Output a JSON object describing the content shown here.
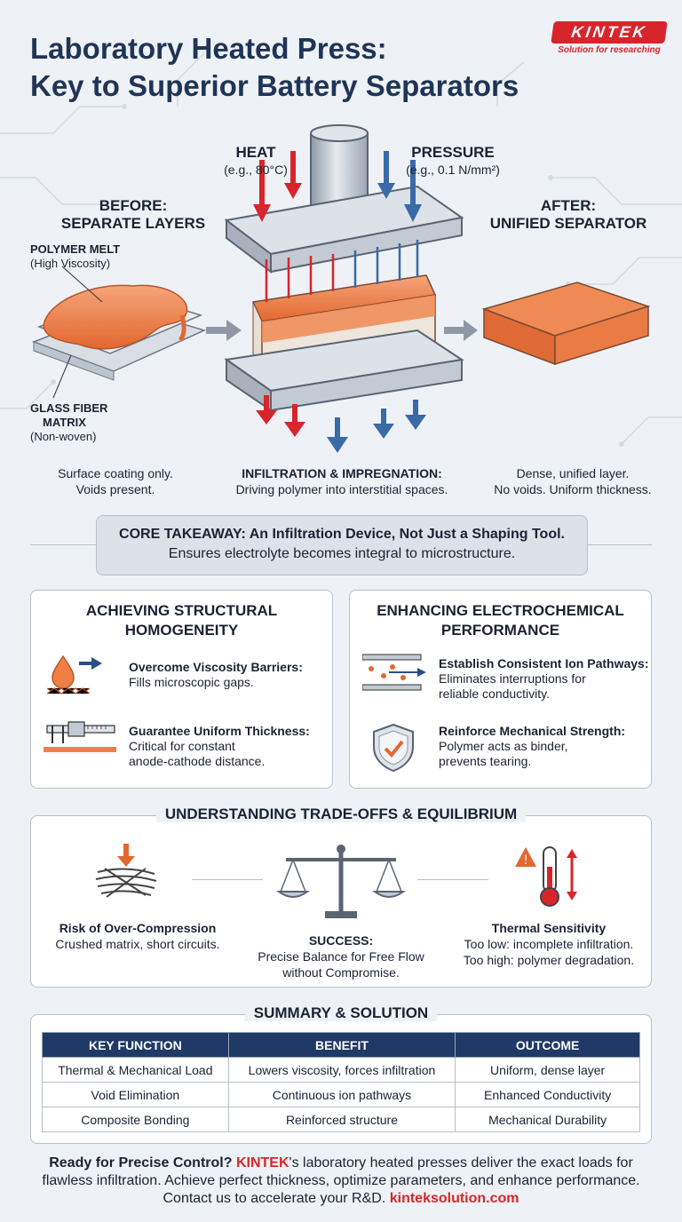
{
  "header": {
    "title_line1": "Laboratory Heated Press:",
    "title_line2": "Key to Superior Battery Separators",
    "logo_text": "KINTEK",
    "logo_tagline": "Solution for researching",
    "colors": {
      "accent_red": "#d8252b",
      "navy": "#1f3a66"
    }
  },
  "process": {
    "heat_label": "HEAT",
    "heat_sub": "(e.g., 80°C)",
    "pressure_label": "PRESSURE",
    "pressure_sub": "(e.g., 0.1 N/mm²)",
    "before_title1": "BEFORE:",
    "before_title2": "SEPARATE LAYERS",
    "after_title1": "AFTER:",
    "after_title2": "UNIFIED SEPARATOR",
    "polymer_label": "POLYMER MELT",
    "polymer_sub": "(High Viscosity)",
    "glass_label1": "GLASS FIBER",
    "glass_label2": "MATRIX",
    "glass_sub": "(Non-woven)",
    "before_caption1": "Surface coating only.",
    "before_caption2": "Voids present.",
    "center_caption_title": "INFILTRATION & IMPREGNATION:",
    "center_caption_sub": "Driving polymer into interstitial spaces.",
    "after_caption1": "Dense, unified layer.",
    "after_caption2": "No voids. Uniform thickness."
  },
  "takeaway": {
    "title": "CORE TAKEAWAY: An Infiltration Device, Not Just a Shaping Tool.",
    "sub": "Ensures electrolyte becomes integral to microstructure."
  },
  "structural": {
    "title1": "ACHIEVING STRUCTURAL",
    "title2": "HOMOGENEITY",
    "items": [
      {
        "title": "Overcome Viscosity Barriers:",
        "line1": "Fills microscopic gaps.",
        "line2": "",
        "icon": "droplet-icon"
      },
      {
        "title": "Guarantee Uniform Thickness:",
        "line1": "Critical for constant",
        "line2": "anode-cathode distance.",
        "icon": "caliper-icon"
      }
    ]
  },
  "electro": {
    "title1": "ENHANCING ELECTROCHEMICAL",
    "title2": "PERFORMANCE",
    "items": [
      {
        "title": "Establish Consistent Ion Pathways:",
        "line1": "Eliminates interruptions for",
        "line2": "reliable conductivity.",
        "icon": "ion-pathway-icon"
      },
      {
        "title": "Reinforce Mechanical Strength:",
        "line1": "Polymer acts as binder,",
        "line2": "prevents tearing.",
        "icon": "shield-check-icon"
      }
    ]
  },
  "tradeoffs": {
    "title": "UNDERSTANDING TRADE-OFFS & EQUILIBRIUM",
    "left_title": "Risk of Over-Compression",
    "left_sub": "Crushed matrix, short circuits.",
    "center_title": "SUCCESS:",
    "center_sub1": "Precise Balance for Free Flow",
    "center_sub2": "without Compromise.",
    "right_title": "Thermal Sensitivity",
    "right_sub1": "Too low: incomplete infiltration.",
    "right_sub2": "Too high: polymer degradation."
  },
  "summary": {
    "title": "SUMMARY & SOLUTION",
    "headers": [
      "KEY FUNCTION",
      "BENEFIT",
      "OUTCOME"
    ],
    "rows": [
      [
        "Thermal & Mechanical Load",
        "Lowers viscosity, forces infiltration",
        "Uniform, dense layer"
      ],
      [
        "Void Elimination",
        "Continuous ion pathways",
        "Enhanced Conductivity"
      ],
      [
        "Composite Bonding",
        "Reinforced structure",
        "Mechanical Durability"
      ]
    ]
  },
  "cta": {
    "q": "Ready for Precise Control?",
    "brand": "KINTEK",
    "line1_rest": "'s laboratory heated presses deliver the exact loads for",
    "line2": "flawless infiltration. Achieve perfect thickness, optimize parameters, and enhance performance.",
    "line3": "Contact us to accelerate your R&D.",
    "url": "kinteksolution.com"
  }
}
